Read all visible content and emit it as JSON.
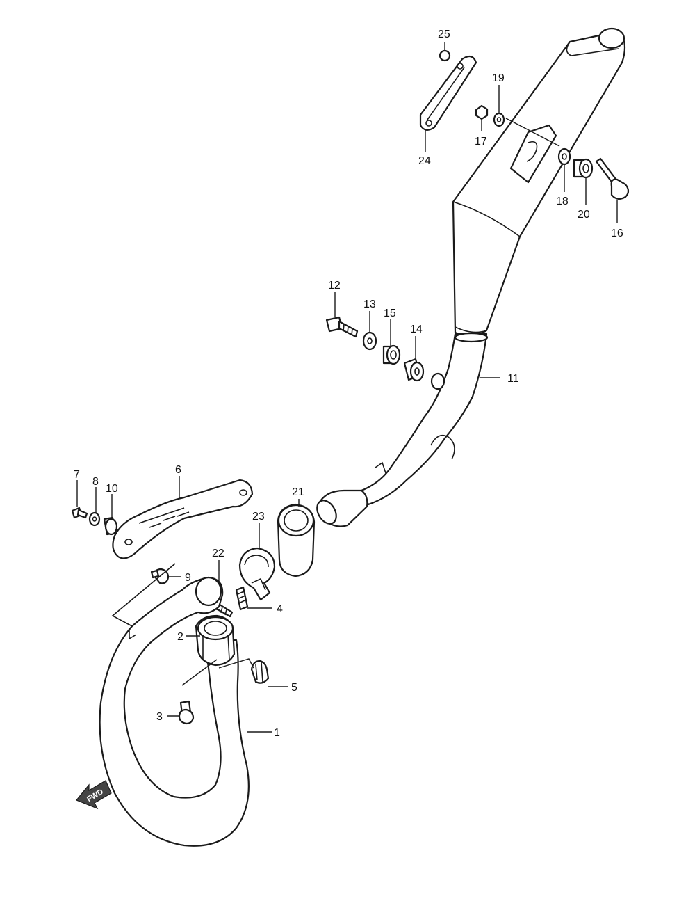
{
  "callouts": [
    {
      "id": "1",
      "label": "1"
    },
    {
      "id": "2",
      "label": "2"
    },
    {
      "id": "3",
      "label": "3"
    },
    {
      "id": "4",
      "label": "4"
    },
    {
      "id": "5",
      "label": "5"
    },
    {
      "id": "6",
      "label": "6"
    },
    {
      "id": "7",
      "label": "7"
    },
    {
      "id": "8",
      "label": "8"
    },
    {
      "id": "9",
      "label": "9"
    },
    {
      "id": "10",
      "label": "10"
    },
    {
      "id": "11",
      "label": "11"
    },
    {
      "id": "12",
      "label": "12"
    },
    {
      "id": "13",
      "label": "13"
    },
    {
      "id": "14",
      "label": "14"
    },
    {
      "id": "15",
      "label": "15"
    },
    {
      "id": "16",
      "label": "16"
    },
    {
      "id": "17",
      "label": "17"
    },
    {
      "id": "18",
      "label": "18"
    },
    {
      "id": "19",
      "label": "19"
    },
    {
      "id": "20",
      "label": "20"
    },
    {
      "id": "21",
      "label": "21"
    },
    {
      "id": "22",
      "label": "22"
    },
    {
      "id": "23",
      "label": "23"
    },
    {
      "id": "24",
      "label": "24"
    },
    {
      "id": "25",
      "label": "25"
    }
  ],
  "fwd_arrow": {
    "label": "FWD",
    "icon": "fwd-arrow-icon"
  }
}
